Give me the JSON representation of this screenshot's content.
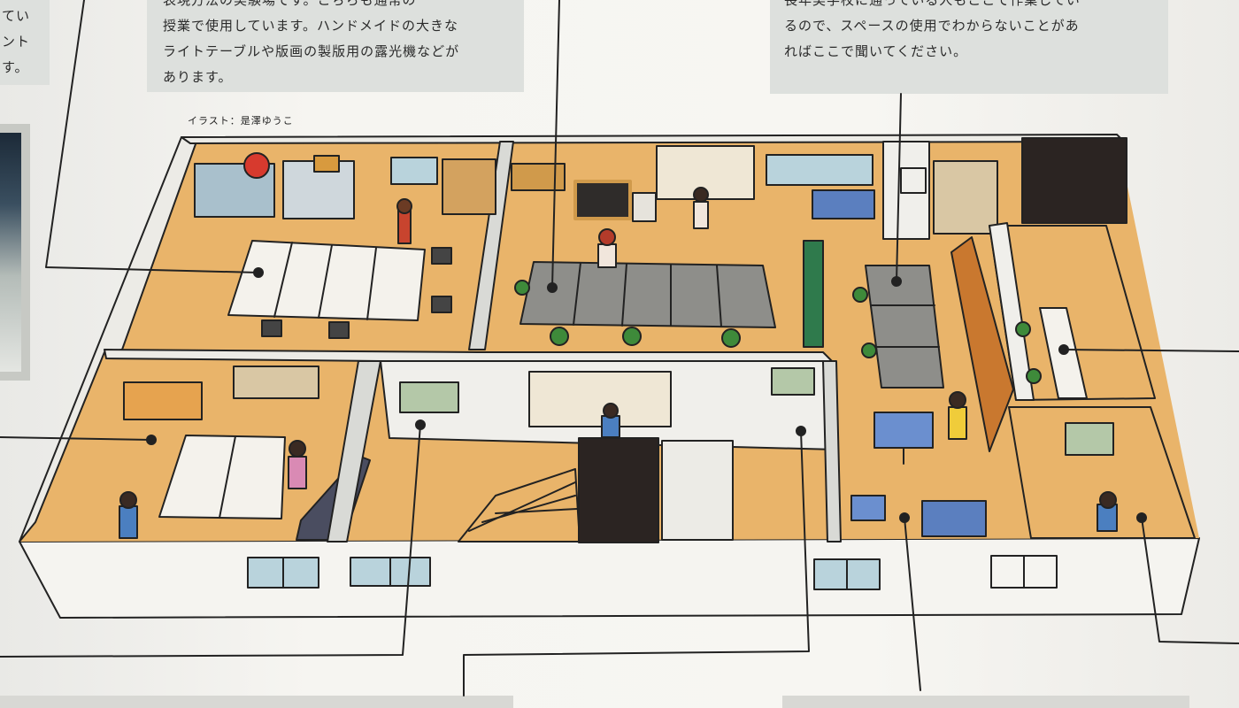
{
  "callouts": {
    "left": [
      "てい",
      "ント",
      "す。"
    ],
    "middle": [
      "表現方法の実験場です。こちらも通常の",
      "授業で使用しています。ハンドメイドの大きな",
      "ライトテーブルや版画の製版用の露光機などが",
      "あります。"
    ],
    "right": [
      "",
      "長年美学校に通っている人もここで作業してい",
      "るので、スペースの使用でわからないことがあ",
      "ればここで聞いてください。"
    ]
  },
  "credit": "イラスト：是澤ゆうこ",
  "colors": {
    "floor": "#e9b46a",
    "wall": "#f5f4f0",
    "table_light": "#f4f2ec",
    "table_gray": "#8e8e8a",
    "dark_room": "#2b2422",
    "window": "#b9d3dc",
    "callout_bg": "#dde0dd",
    "stool": "#3e8a3a",
    "line": "#222222"
  }
}
